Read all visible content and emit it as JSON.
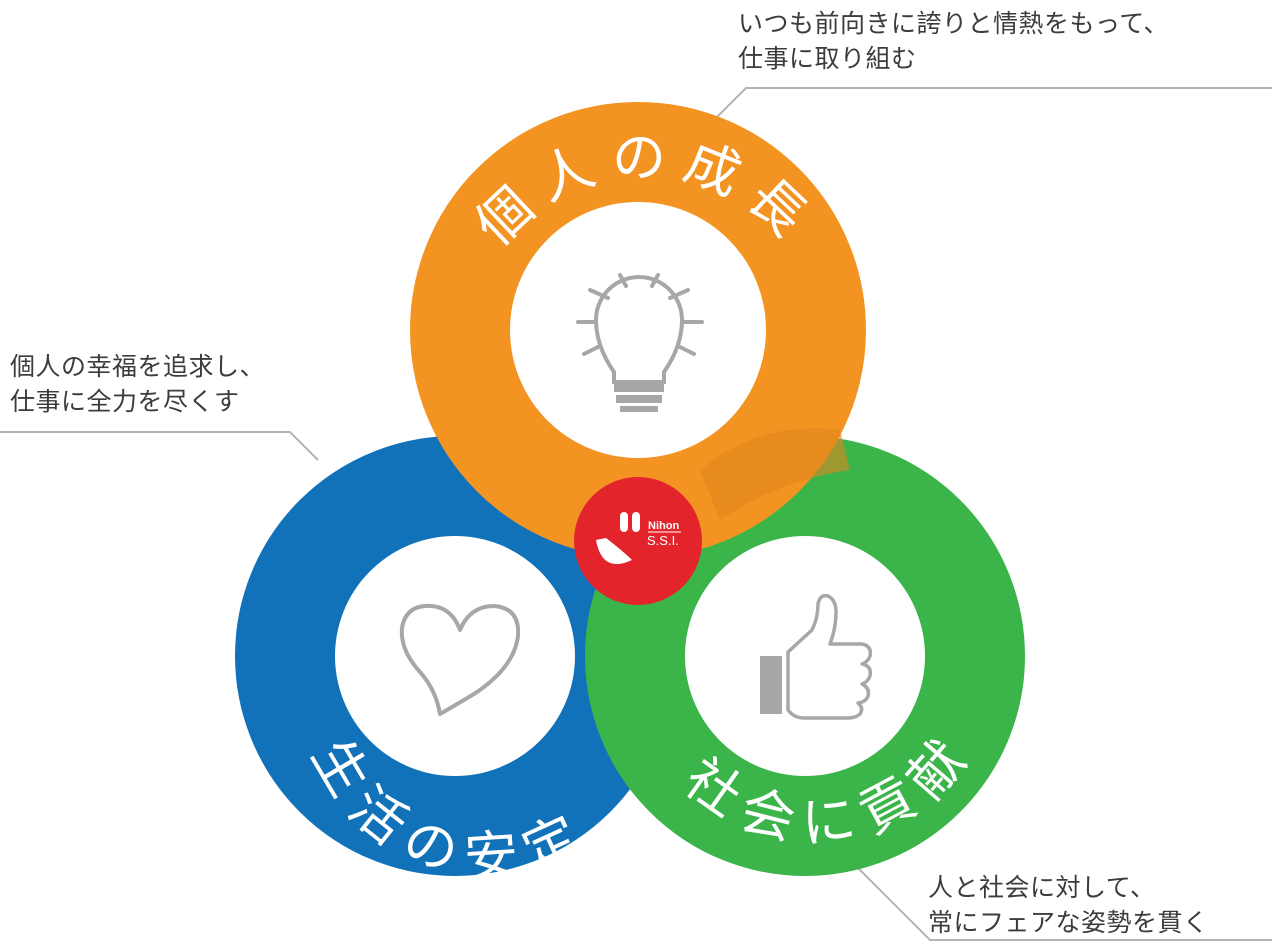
{
  "circles": {
    "top": {
      "label": "個人の成長",
      "color": "#F39322",
      "icon": "lightbulb-icon"
    },
    "left": {
      "label": "生活の安定",
      "color": "#1172BA",
      "icon": "heart-icon"
    },
    "right": {
      "label": "社会に貢献",
      "color": "#3BB44A",
      "icon": "thumbs-up-icon"
    }
  },
  "notes": {
    "top": {
      "line1": "いつも前向きに誇りと情熱をもって、",
      "line2": "仕事に取り組む"
    },
    "left": {
      "line1": "個人の幸福を追求し、",
      "line2": "仕事に全力を尽くす"
    },
    "bottom": {
      "line1": "人と社会に対して、",
      "line2": "常にフェアな姿勢を貫く"
    }
  },
  "logo": {
    "line1": "Nihon",
    "line2": "S.S.I.",
    "color": "#E3242B"
  }
}
